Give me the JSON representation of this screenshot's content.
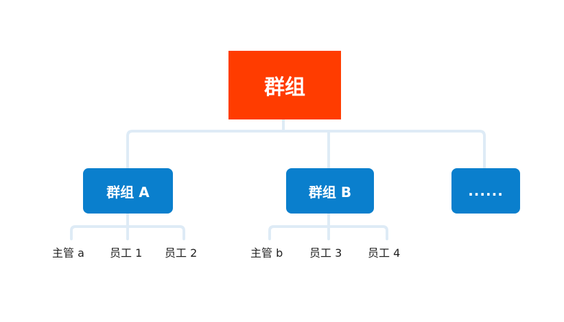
{
  "colors": {
    "root_fill": "#ff3c00",
    "group_fill": "#0a7fcd",
    "connector": "#deebf6"
  },
  "root": {
    "label": "群组"
  },
  "groups": [
    {
      "label": "群组 A"
    },
    {
      "label": "群组 B"
    },
    {
      "label": "......"
    }
  ],
  "members": {
    "group_a": [
      "主管 a",
      "员工 1",
      "员工 2"
    ],
    "group_b": [
      "主管 b",
      "员工 3",
      "员工 4"
    ]
  }
}
